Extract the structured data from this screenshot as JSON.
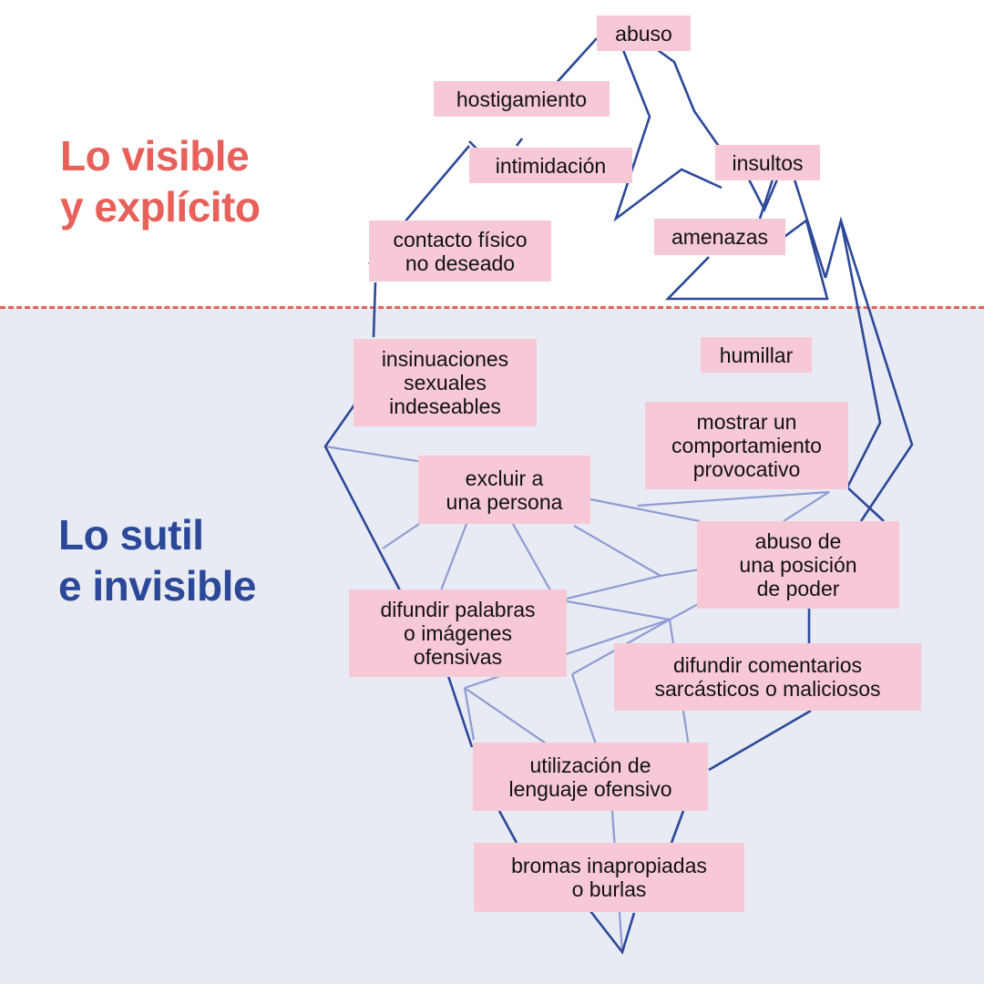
{
  "headings": {
    "visible": [
      "Lo visible",
      "y explícito"
    ],
    "invisible": [
      "Lo sutil",
      "e invisible"
    ]
  },
  "labels": {
    "abuso": [
      "abuso"
    ],
    "hostigamiento": [
      "hostigamiento"
    ],
    "intimidacion": [
      "intimidación"
    ],
    "insultos": [
      "insultos"
    ],
    "amenazas": [
      "amenazas"
    ],
    "contacto_fisico": [
      "contacto físico",
      "no deseado"
    ],
    "insinuaciones": [
      "insinuaciones",
      "sexuales",
      "indeseables"
    ],
    "humillar": [
      "humillar"
    ],
    "comportamiento": [
      "mostrar un",
      "comportamiento",
      "provocativo"
    ],
    "excluir": [
      "excluir a",
      "una persona"
    ],
    "abuso_poder": [
      "abuso de",
      "una posición",
      "de poder"
    ],
    "difundir_palabras": [
      "difundir palabras",
      "o imágenes",
      "ofensivas"
    ],
    "comentarios": [
      "difundir comentarios",
      "sarcásticos o maliciosos"
    ],
    "lenguaje": [
      "utilización de",
      "lenguaje ofensivo"
    ],
    "bromas": [
      "bromas inapropiadas",
      "o burlas"
    ]
  },
  "colors": {
    "visible_heading": "#e8605a",
    "invisible_heading": "#2c4898",
    "waterline": "#e8605a",
    "label_bg": "#f7c9d6",
    "outline": "#2c4898",
    "inner_lines": "#8f9bd2",
    "underwater_bg": "#e9ebf4"
  }
}
